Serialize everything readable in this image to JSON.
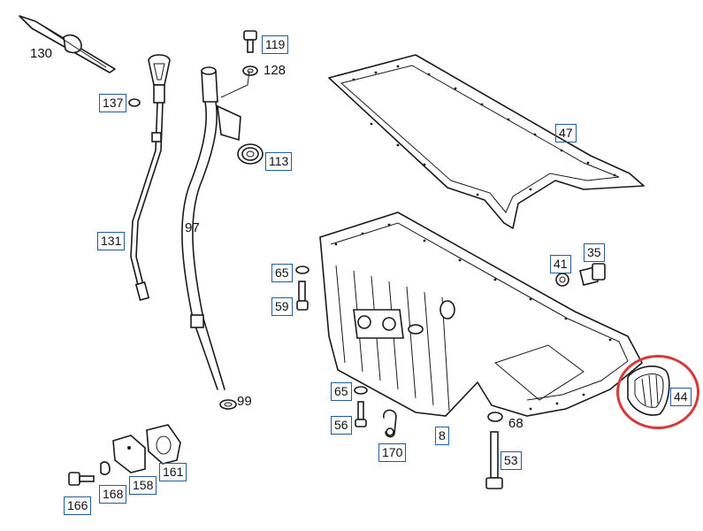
{
  "highlight_color": "#d63a3a",
  "box_color": "#1f5fa0",
  "labels": {
    "p130": "130",
    "p119": "119",
    "p128": "128",
    "p137": "137",
    "p113": "113",
    "p47": "47",
    "p97": "97",
    "p131": "131",
    "p65a": "65",
    "p59": "59",
    "p41": "41",
    "p35": "35",
    "p44": "44",
    "p99": "99",
    "p65b": "65",
    "p56": "56",
    "p68": "68",
    "p8": "8",
    "p170": "170",
    "p53": "53",
    "p161": "161",
    "p158": "158",
    "p168": "168",
    "p166": "166"
  }
}
